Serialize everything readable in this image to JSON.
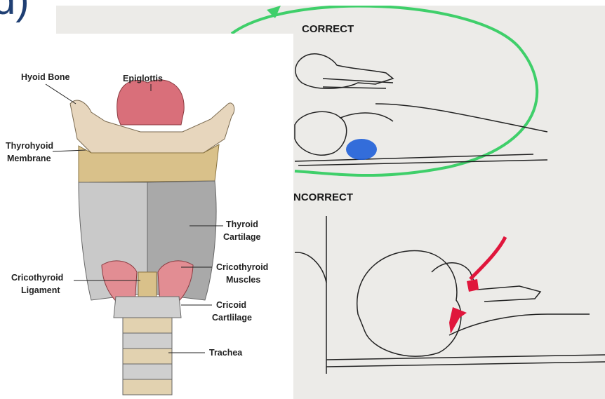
{
  "slide_label": "d)",
  "anatomy": {
    "hyoid_bone": "Hyoid Bone",
    "epiglottis": "Epiglottis",
    "thyrohyoid_1": "Thyrohyoid",
    "thyrohyoid_2": "Membrane",
    "thyroid_1": "Thyroid",
    "thyroid_2": "Cartilage",
    "cricothyroid_lig_1": "Cricothyroid",
    "cricothyroid_lig_2": "Ligament",
    "cricothyroid_mus_1": "Cricothyroid",
    "cricothyroid_mus_2": "Muscles",
    "cricoid_1": "Cricoid",
    "cricoid_2": "Cartlilage",
    "trachea": "Trachea"
  },
  "positioning": {
    "correct": "CORRECT",
    "incorrect": "NCORRECT"
  },
  "colors": {
    "slide_label": "#1f3f73",
    "green_loop": "#3fcf6a",
    "blue_roll": "#1f5fd8",
    "red_airway": "#e0163c"
  }
}
